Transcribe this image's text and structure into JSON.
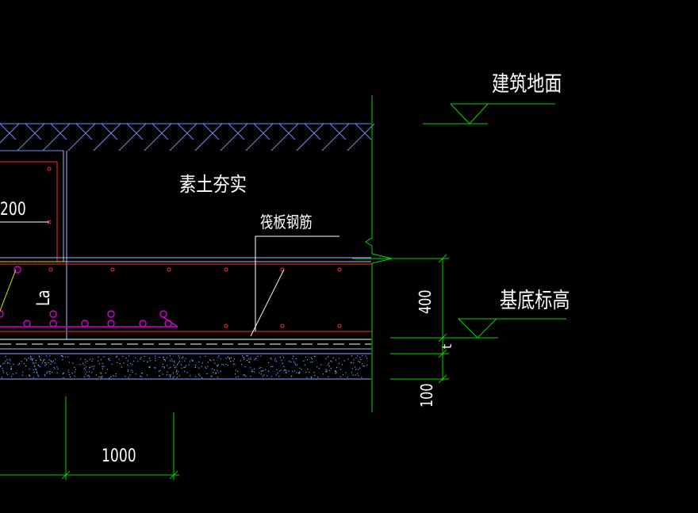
{
  "labels": {
    "ground_level": "建筑地面",
    "compacted_soil": "素土夯实",
    "raft_rebar": "筏板钢筋",
    "base_elevation": "基底标高",
    "anchor": "La"
  },
  "dimensions": {
    "thickness_400": "400",
    "cushion_100": "100",
    "t_mark": "t",
    "width_1000": "1000",
    "partial_200": "200"
  },
  "colors": {
    "background": "#000000",
    "outline_blue": "#8fa3ff",
    "hatch_blue": "#6f8cff",
    "rebar_red": "#ff2a2a",
    "stirrup_magenta": "#d000d0",
    "dimension_green": "#00d400",
    "leader_white": "#ffffff",
    "yellow_dash": "#e0e000",
    "concrete_speckle": "#6ea8ff"
  }
}
